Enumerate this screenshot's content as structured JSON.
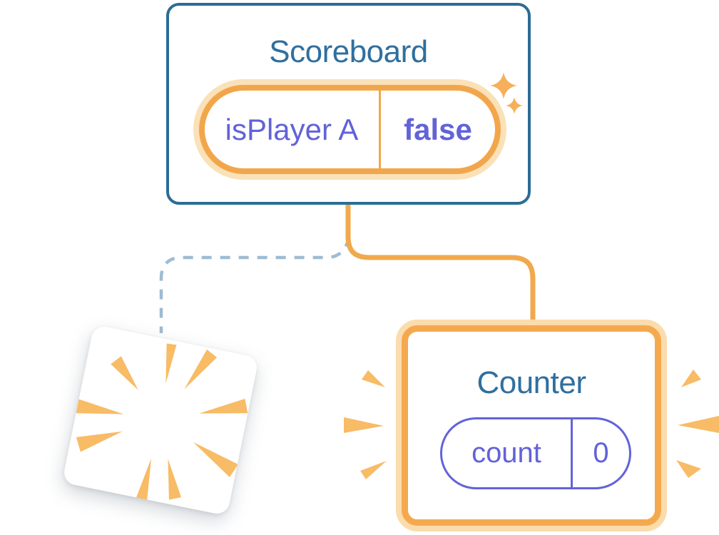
{
  "scoreboard": {
    "title": "Scoreboard",
    "state": {
      "name": "isPlayer A",
      "value": "false"
    }
  },
  "counter": {
    "title": "Counter",
    "state": {
      "name": "count",
      "value": "0"
    }
  },
  "icons": {
    "sparkles": "sparkles-icon",
    "explosion_burst": "explosion-burst-icon",
    "emphasis_rays": "emphasis-rays-icon"
  },
  "colors": {
    "card_border_blue": "#2B6C96",
    "title_blue": "#2F6F9E",
    "state_purple": "#6262D9",
    "pill_border_purple": "#6363D8",
    "orange": "#F2A64B",
    "orange_border": "#F5A94F",
    "orange_halo": "#FBDCAC",
    "pill_halo": "#FAE1B8",
    "ray_orange": "#F8BB66",
    "connector_orange": "#F0A94E",
    "connector_dashed_blue": "#9EBCD3",
    "background": "#FFFFFF"
  }
}
